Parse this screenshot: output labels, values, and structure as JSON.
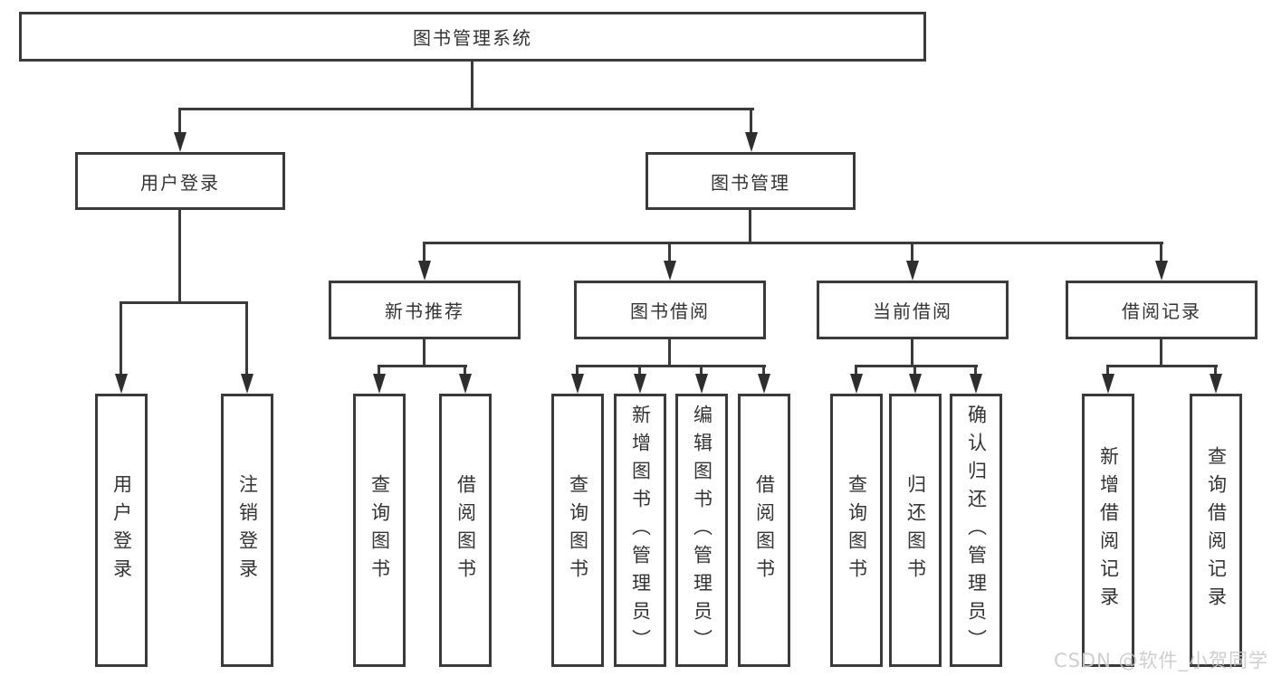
{
  "diagram": {
    "type": "tree",
    "root": {
      "label": "图书管理系统",
      "children": [
        {
          "label": "用户登录",
          "children": [
            {
              "label": "用户登录"
            },
            {
              "label": "注销登录"
            }
          ]
        },
        {
          "label": "图书管理",
          "children": [
            {
              "label": "新书推荐",
              "children": [
                {
                  "label": "查询图书"
                },
                {
                  "label": "借阅图书"
                }
              ]
            },
            {
              "label": "图书借阅",
              "children": [
                {
                  "label": "查询图书"
                },
                {
                  "label": "新增图书（管理员）"
                },
                {
                  "label": "编辑图书（管理员）"
                },
                {
                  "label": "借阅图书"
                }
              ]
            },
            {
              "label": "当前借阅",
              "children": [
                {
                  "label": "查询图书"
                },
                {
                  "label": "归还图书"
                },
                {
                  "label": "确认归还（管理员）"
                }
              ]
            },
            {
              "label": "借阅记录",
              "children": [
                {
                  "label": "新增借阅记录"
                },
                {
                  "label": "查询借阅记录"
                }
              ]
            }
          ]
        }
      ]
    }
  },
  "watermark": {
    "text": "CSDN @软件_小贺同学"
  },
  "colors": {
    "background": "#ffffff",
    "box_border": "#3a3a3a",
    "line": "#3a3a3a",
    "arrow": "#2e2e2e",
    "text": "#333333",
    "watermark": "#c9c9c9"
  }
}
